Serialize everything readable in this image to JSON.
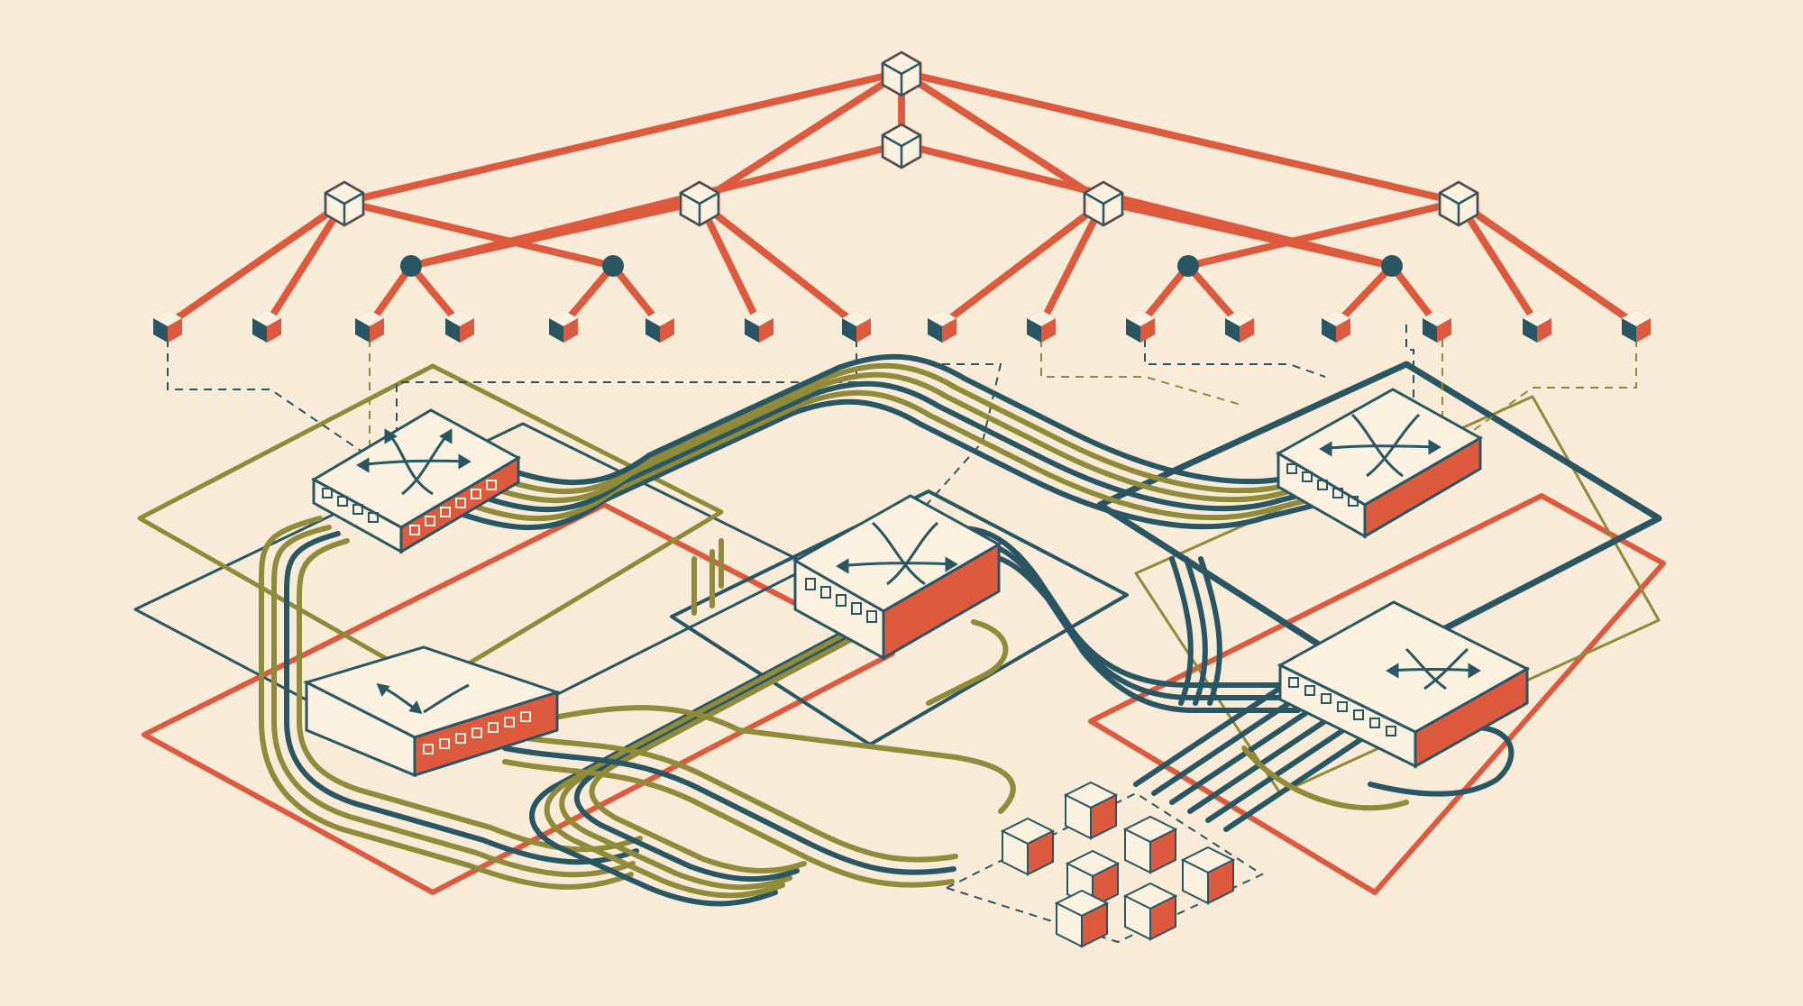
{
  "palette": {
    "background": "#f8ecd8",
    "red": "#de5a3e",
    "teal": "#2a5663",
    "olive": "#8f8b3a",
    "box_face": "#fbf1e1",
    "box_side": "#de5a3e"
  },
  "hierarchy": {
    "root_nodes": 2,
    "upper_aggregation_nodes": 4,
    "junction_nodes": 4,
    "leaf_nodes": 16
  },
  "switches": {
    "count": 5,
    "icon": "crossing-arrows-icon"
  },
  "server_cluster": {
    "node_count": 7
  }
}
